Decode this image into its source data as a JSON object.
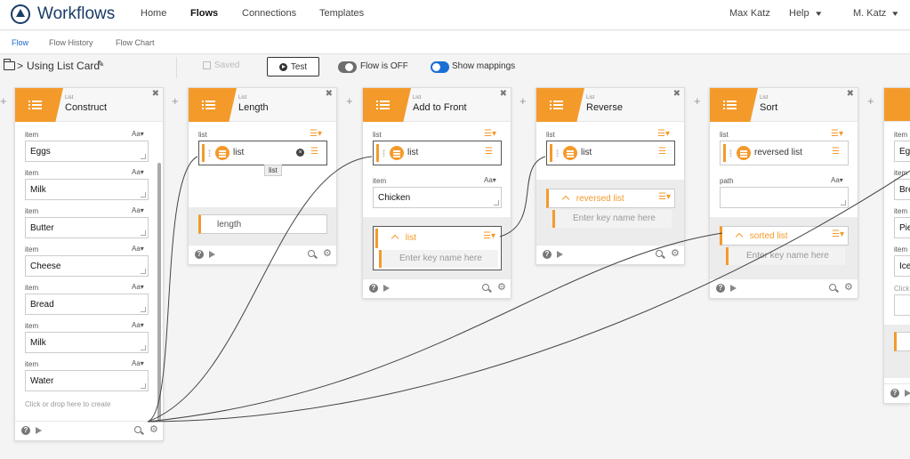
{
  "app": {
    "title": "Workflows"
  },
  "nav": {
    "home": "Home",
    "flows": "Flows",
    "connections": "Connections",
    "templates": "Templates",
    "user1": "Max Katz",
    "help": "Help",
    "user2": "M. Katz"
  },
  "subnav": {
    "flow": "Flow",
    "history": "Flow History",
    "chart": "Flow Chart"
  },
  "toolbar": {
    "separator": ">",
    "flow_name": "Using List Card",
    "saved": "Saved",
    "test": "Test",
    "flow_toggle": "Flow is OFF",
    "mappings_toggle": "Show mappings"
  },
  "common": {
    "card_kind": "List",
    "field_item": "item",
    "field_list": "list",
    "field_path": "path",
    "aa": "Aa▾",
    "key_placeholder": "Enter key name here"
  },
  "cards": {
    "construct": {
      "title": "Construct",
      "items": [
        "Eggs",
        "Milk",
        "Butter",
        "Cheese",
        "Bread",
        "Milk",
        "Water"
      ],
      "hint": "Click or drop here to create"
    },
    "length": {
      "title": "Length",
      "input_chip": "list",
      "tooltip": "list",
      "output": "length"
    },
    "add_to_front": {
      "title": "Add to Front",
      "input_chip": "list",
      "item_value": "Chicken",
      "output": "list"
    },
    "reverse": {
      "title": "Reverse",
      "input_chip": "list",
      "output": "reversed list"
    },
    "sort": {
      "title": "Sort",
      "input_chip": "reversed list",
      "output": "sorted list"
    },
    "partial": {
      "label_item": "item",
      "items": [
        "Eg",
        "Bre",
        "Pie",
        "Ice"
      ],
      "hint": "Click"
    }
  },
  "colors": {
    "accent": "#f49a2b",
    "brand": "#1a3b66",
    "link": "#1a6ac9",
    "toggle_on": "#1b6ed6"
  }
}
